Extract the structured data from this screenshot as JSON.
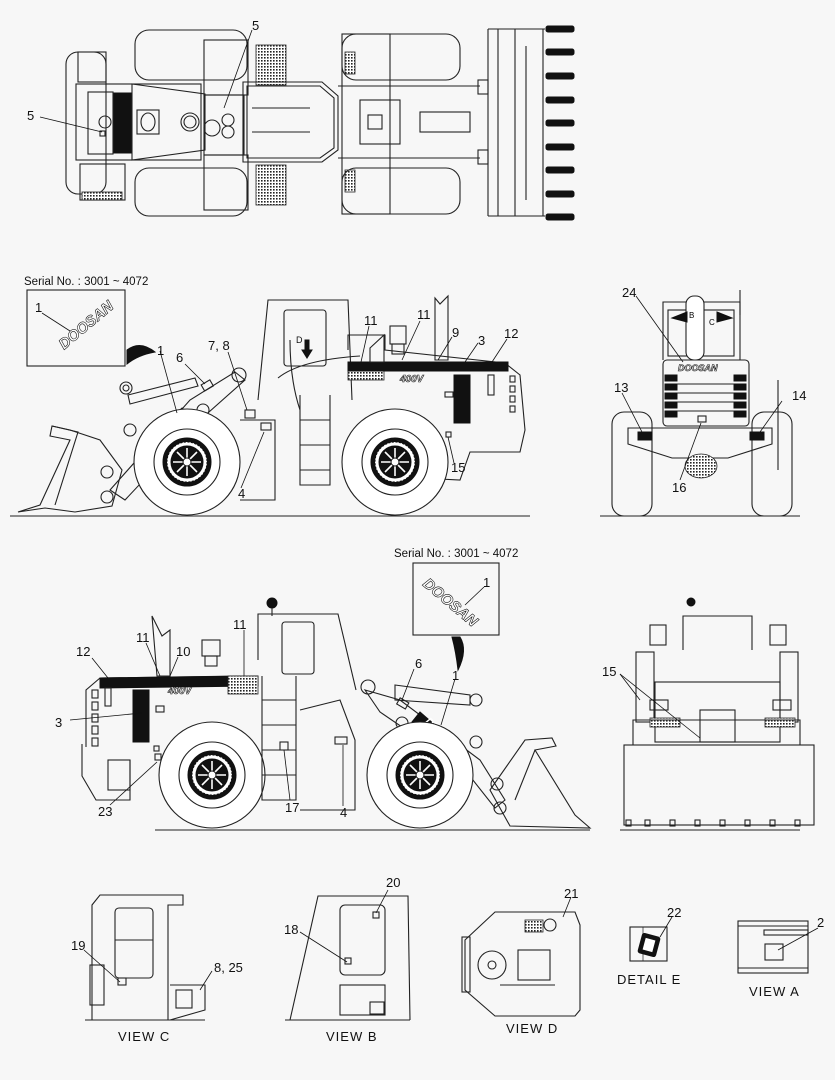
{
  "diagram": {
    "subject": "Wheel loader decal placement",
    "brand_decal_text": "DOOSAN",
    "model_decal_text": "400V",
    "colors": {
      "background": "#f7f7f7",
      "line": "#222222",
      "decal_black": "#111111"
    }
  },
  "top_view": {
    "callouts": [
      {
        "id": "top-5a",
        "text": "5"
      },
      {
        "id": "top-5b",
        "text": "5"
      }
    ]
  },
  "left_side_view": {
    "serial_note": "Serial No. : 3001 ~ 4072",
    "inset_callout": "1",
    "callouts": {
      "c1": "1",
      "c6": "6",
      "c78": "7, 8",
      "c11a": "11",
      "c11b": "11",
      "c9": "9",
      "c3": "3",
      "c12": "12",
      "c4": "4",
      "c15": "15"
    },
    "cab_view_marker": "D"
  },
  "front_view": {
    "callouts": {
      "c24": "24",
      "c13": "13",
      "c14": "14",
      "c16": "16"
    },
    "view_markers": {
      "b": "B",
      "c": "C"
    }
  },
  "right_side_view": {
    "serial_note": "Serial No. : 3001 ~ 4072",
    "inset_callout": "1",
    "callouts": {
      "c12": "12",
      "c11a": "11",
      "c10": "10",
      "c11b": "11",
      "c3": "3",
      "c23": "23",
      "c17": "17",
      "c4": "4",
      "c6": "6",
      "c1": "1"
    }
  },
  "rear_view": {
    "callouts": {
      "c15": "15"
    }
  },
  "details": {
    "view_c": {
      "caption": "VIEW  C",
      "callouts": {
        "c19": "19",
        "c825": "8, 25"
      }
    },
    "view_b": {
      "caption": "VIEW  B",
      "callouts": {
        "c18": "18",
        "c20": "20"
      }
    },
    "view_d": {
      "caption": "VIEW  D",
      "callouts": {
        "c21": "21"
      }
    },
    "detail_e": {
      "caption": "DETAIL  E",
      "callouts": {
        "c22": "22"
      }
    },
    "view_a": {
      "caption": "VIEW  A",
      "callouts": {
        "c2": "2"
      }
    }
  }
}
